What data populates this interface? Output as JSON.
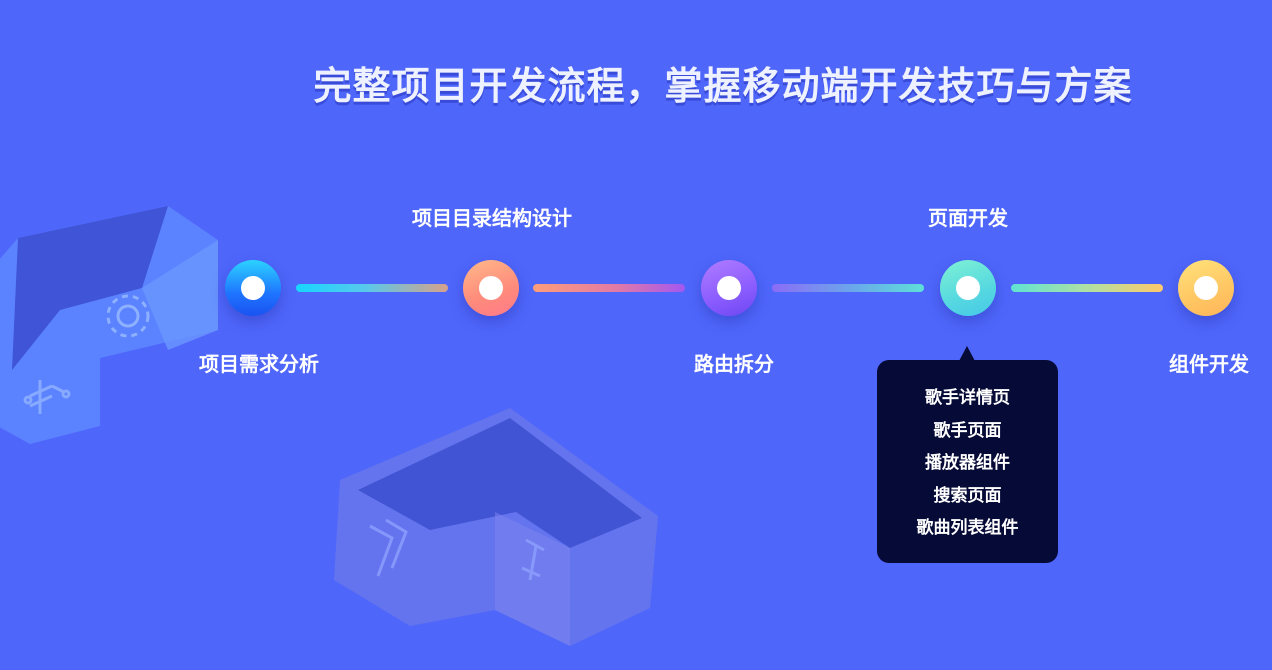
{
  "title": "完整项目开发流程，掌握移动端开发技巧与方案",
  "timeline": {
    "steps": [
      {
        "label": "项目需求分析",
        "position": "bottom"
      },
      {
        "label": "项目目录结构设计",
        "position": "top"
      },
      {
        "label": "路由拆分",
        "position": "bottom"
      },
      {
        "label": "页面开发",
        "position": "top"
      },
      {
        "label": "组件开发",
        "position": "bottom"
      }
    ]
  },
  "popup": {
    "items": [
      "歌手详情页",
      "歌手页面",
      "播放器组件",
      "搜索页面",
      "歌曲列表组件"
    ]
  },
  "colors": {
    "background": "#4f66fb",
    "popup_background": "#060a36",
    "step_1": "#1f74ff",
    "step_2": "#ff8a7b",
    "step_3": "#8a5cff",
    "step_4": "#56d8e0",
    "step_5": "#ffc663"
  }
}
